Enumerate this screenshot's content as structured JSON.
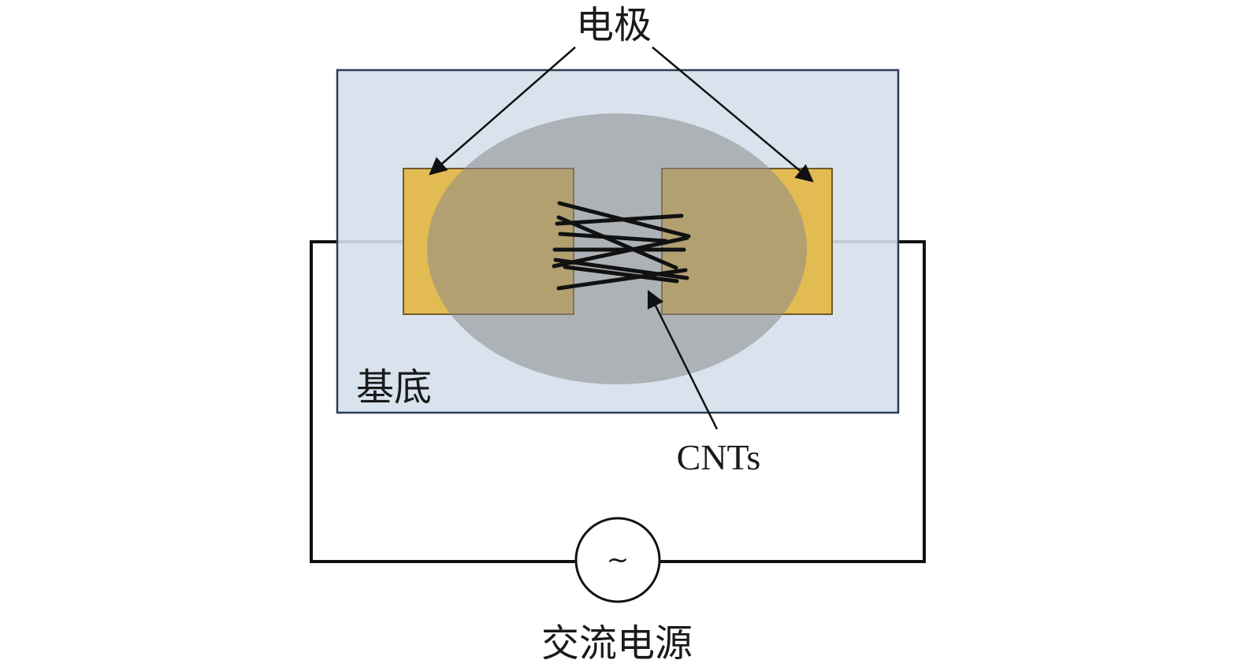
{
  "labels": {
    "electrode": "电极",
    "substrate": "基底",
    "cnts": "CNTs",
    "ac_source": "交流电源",
    "ac_symbol": "~"
  },
  "colors": {
    "substrate_fill": "#d4e0ec",
    "substrate_border": "#2b3a55",
    "electrode_fill": "#e2bb52",
    "electrode_border": "#6f5a2a",
    "droplet_fill": "#8a8a8a",
    "droplet_opacity": "0.55",
    "wire": "#111111",
    "cnt": "#111111"
  },
  "icons": {
    "ac_source": "sine-wave-icon"
  }
}
